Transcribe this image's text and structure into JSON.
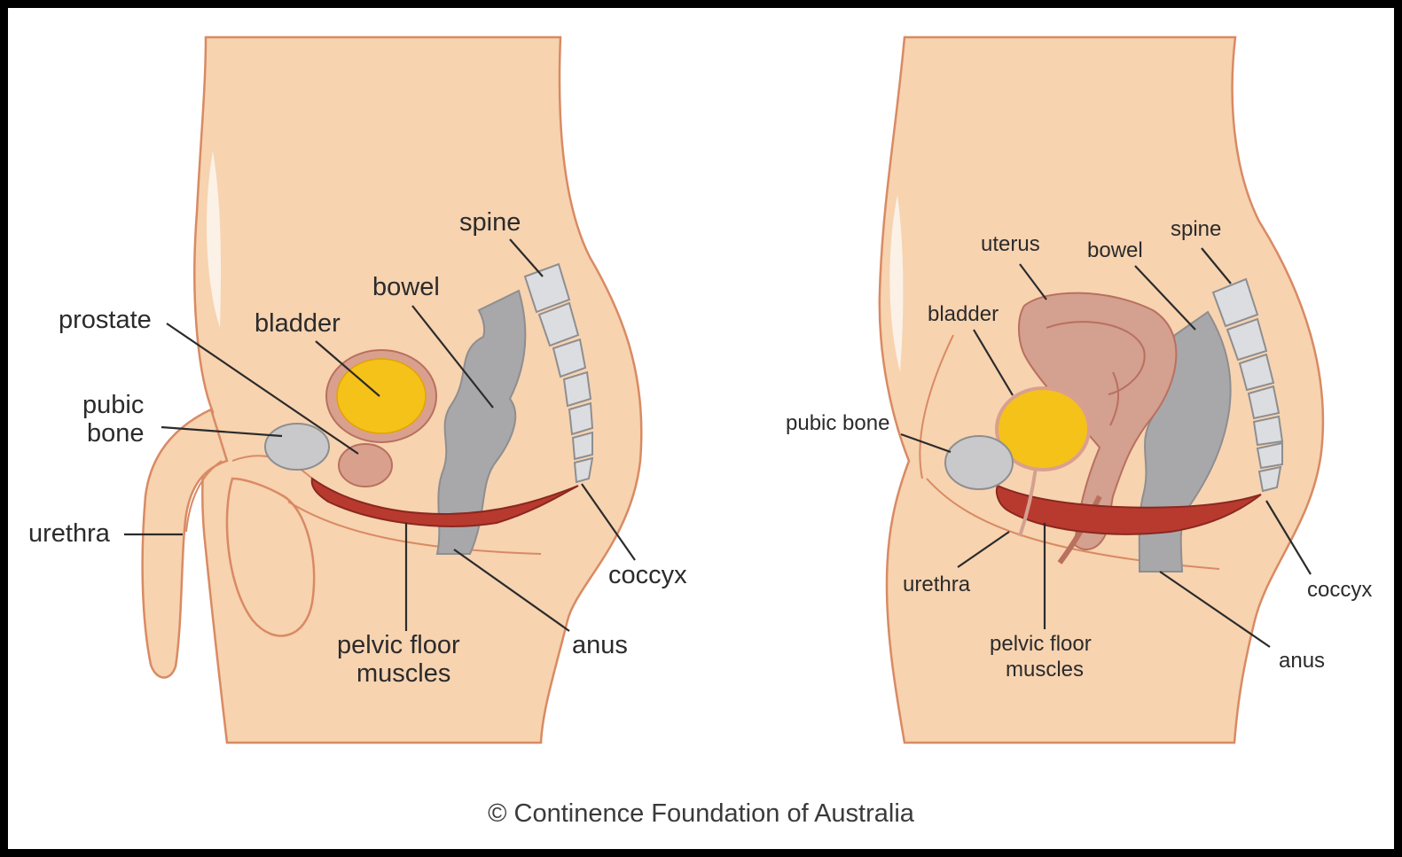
{
  "colors": {
    "skin": "#f7d3b0",
    "skin_outline": "#d98a63",
    "bone": "#c9c9cb",
    "bone_outline": "#8e8e90",
    "bladder": "#f5c21a",
    "bladder_ring": "#c98674",
    "muscle": "#b83a2f",
    "bowel": "#a8a8aa",
    "uterus": "#d4a090",
    "leader": "#2b2b2b"
  },
  "male": {
    "spine": "spine",
    "bowel": "bowel",
    "prostate": "prostate",
    "bladder": "bladder",
    "pubic_bone_line1": "pubic",
    "pubic_bone_line2": "bone",
    "urethra": "urethra",
    "coccyx": "coccyx",
    "anus": "anus",
    "pelvic_floor_line1": "pelvic floor",
    "pelvic_floor_line2": "muscles"
  },
  "female": {
    "spine": "spine",
    "uterus": "uterus",
    "bowel": "bowel",
    "bladder": "bladder",
    "pubic_bone": "pubic bone",
    "urethra": "urethra",
    "coccyx": "coccyx",
    "anus": "anus",
    "pelvic_floor_line1": "pelvic floor",
    "pelvic_floor_line2": "muscles"
  },
  "caption": "© Continence Foundation of Australia"
}
